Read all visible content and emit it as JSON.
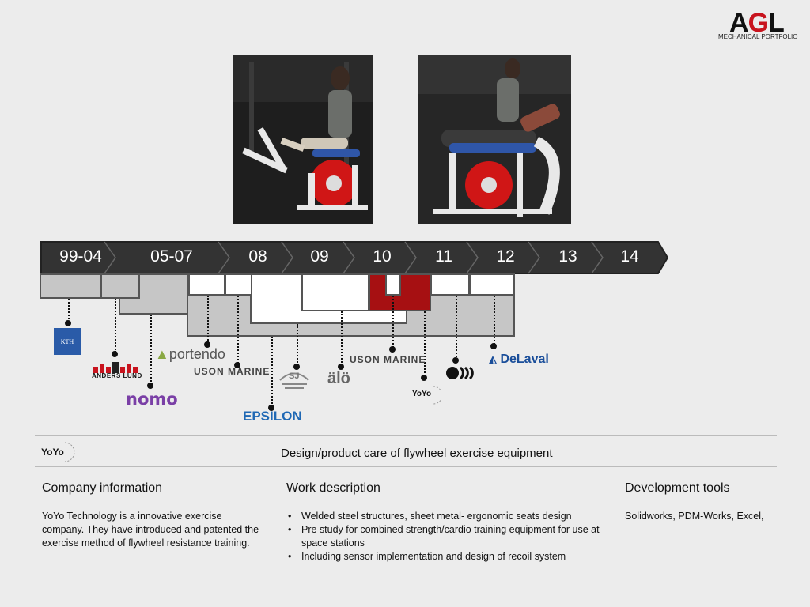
{
  "header": {
    "logo_mark": "AGL",
    "logo_subtitle": "MECHANICAL PORTFOLIO"
  },
  "timeline": {
    "years": [
      "99-04",
      "05-07",
      "08",
      "09",
      "10",
      "11",
      "12",
      "13",
      "14"
    ],
    "arrow_color": "#333333"
  },
  "companies": {
    "kth": "KTH",
    "anders_lund": "ANDERS LUND",
    "nomo": "nomo",
    "portendo": "portendo",
    "uson_marine_1": "USON MARINE",
    "epsilon": "EPSILON",
    "sj": "SJ",
    "alo": "älö",
    "uson_marine_2": "USON MARINE",
    "yoyo": "YoYo",
    "delaval": "DeLaval"
  },
  "project": {
    "logo_text": "YoYo",
    "title": "Design/product care of flywheel exercise equipment"
  },
  "company_info": {
    "heading": "Company information",
    "text": "YoYo Technology is a innovative exercise company. They have introduced and patented  the exercise method of flywheel resistance training."
  },
  "work_description": {
    "heading": "Work description",
    "items": [
      "Welded steel structures, sheet metal- ergonomic seats design",
      "Pre study for combined strength/cardio training equipment for use at space stations",
      "Including sensor implementation and design of recoil system"
    ]
  },
  "development_tools": {
    "heading": "Development tools",
    "text": "Solidworks, PDM-Works, Excel,"
  },
  "colors": {
    "accent_red": "#a61012",
    "brand_red": "#c8141e"
  }
}
